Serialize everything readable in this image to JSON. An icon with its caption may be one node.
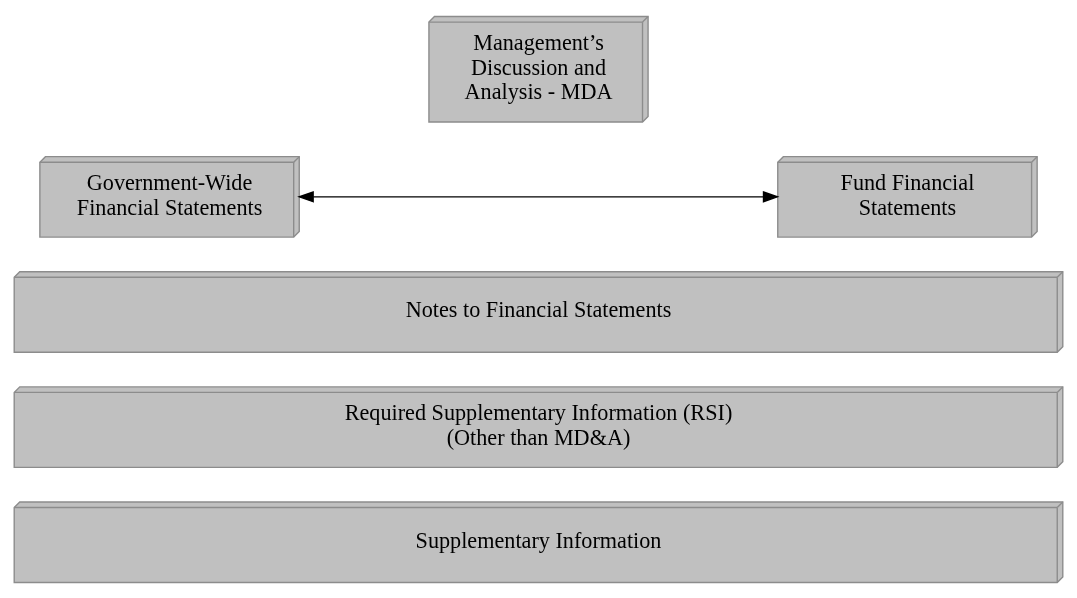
{
  "diagram": {
    "nodes": [
      {
        "text": [
          "Management’s Discussion and Analysis - MDA"
        ]
      },
      {
        "text": [
          "Government-Wide Financial Statements"
        ]
      },
      {
        "text": [
          "Fund Financial Statements"
        ]
      },
      {
        "text": [
          "Notes to Financial Statements"
        ]
      },
      {
        "text": [
          "Required Supplementary Information (RSI) (Other than MD&A)"
        ]
      },
      {
        "text": [
          "Supplementary Information"
        ]
      }
    ],
    "edges": [
      {
        "from": 1,
        "to": 2,
        "arrow": "both"
      }
    ]
  }
}
